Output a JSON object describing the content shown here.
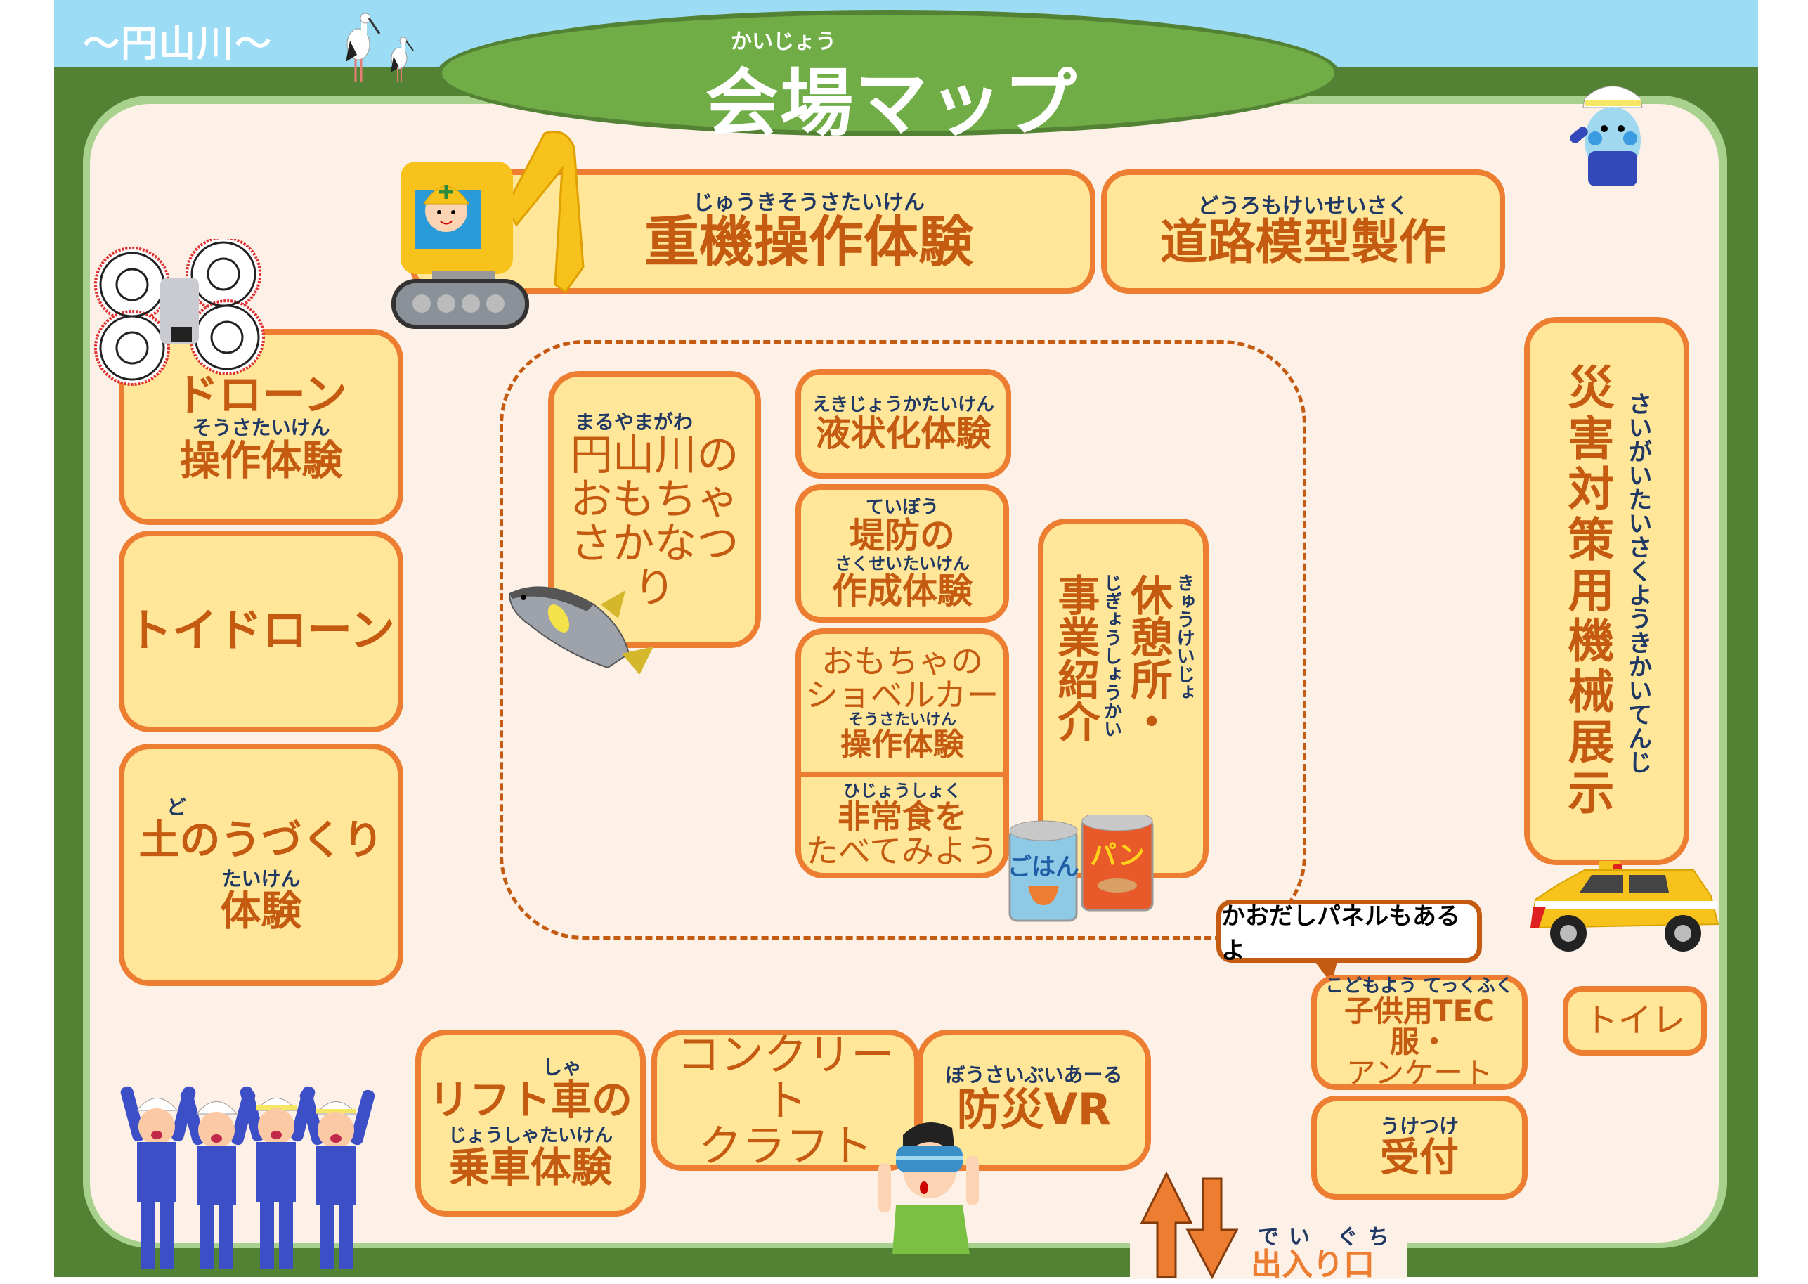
{
  "header": {
    "river_label": "～円山川～",
    "title": "会場マップ",
    "title_ruby": "かいじょう"
  },
  "booths": {
    "heavy_machinery": {
      "ruby": "じゅうきそうさたいけん",
      "label": "重機操作体験"
    },
    "road_model": {
      "ruby": "どうろもけいせいさく",
      "label": "道路模型製作"
    },
    "drone": {
      "line1": "ドローン",
      "ruby": "そうさたいけん",
      "line2": "操作体験"
    },
    "toy_drone": {
      "label": "トイドローン"
    },
    "sandbag": {
      "ruby1": "ど",
      "line1": "土のうづくり",
      "ruby2": "たいけん",
      "line2": "体験"
    },
    "fishing": {
      "ruby": "まるやまがわ",
      "line1": "円山川の",
      "line2": "おもちゃ",
      "line3": "さかなつり"
    },
    "liquefaction": {
      "ruby": "えきじょうかたいけん",
      "label": "液状化体験"
    },
    "levee": {
      "ruby1": "ていぼう",
      "line1": "堤防の",
      "ruby2": "さくせいたいけん",
      "line2": "作成体験"
    },
    "toy_shovel": {
      "line1": "おもちゃの",
      "line2": "ショベルカー",
      "ruby": "そうさたいけん",
      "line3": "操作体験"
    },
    "emergency_food": {
      "ruby": "ひじょうしょく",
      "line1": "非常食を",
      "line2": "たべてみよう"
    },
    "rest_area": {
      "col1": "休憩所・",
      "col1_ruby": "きゅうけいじょ",
      "col2": "事業紹介",
      "col2_ruby": "じぎょうしょうかい"
    },
    "disaster_machines": {
      "label": "災害対策用機械展示",
      "ruby": "さいがいたいさくようきかいてんじ"
    },
    "kids_uniform": {
      "ruby": "こどもよう てっくふく",
      "line1": "子供用TEC服・",
      "line2": "アンケート"
    },
    "reception": {
      "ruby": "うけつけ",
      "label": "受付"
    },
    "toilet": {
      "label": "トイレ"
    },
    "lift_car": {
      "ruby1": "しゃ",
      "line1": "リフト車の",
      "ruby2": "じょうしゃたいけん",
      "line2": "乗車体験"
    },
    "concrete": {
      "line1": "コンクリート",
      "line2": "クラフト"
    },
    "disaster_vr": {
      "ruby": "ぼうさいぶいあーる",
      "label": "防災VR"
    }
  },
  "callout": {
    "text": "かおだしパネルもあるよ"
  },
  "entrance": {
    "ruby": "でい ぐち",
    "label": "出入り口"
  },
  "can_labels": {
    "rice": "ごはん",
    "bread": "パン"
  },
  "colors": {
    "sky": "#9cdcf4",
    "ground": "#548235",
    "ellipse": "#70ad47",
    "inner": "#fdf0e6",
    "box_fill": "#ffe699",
    "box_border": "#ed7d31",
    "main_text": "#c55a11",
    "ruby_text": "#203864"
  }
}
